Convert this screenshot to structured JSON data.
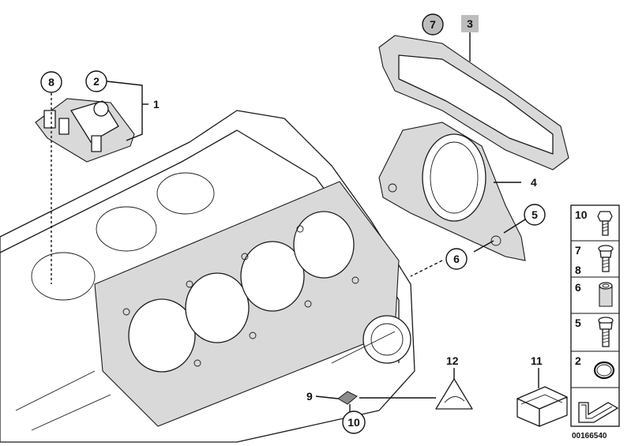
{
  "callouts": {
    "c1": "1",
    "c2": "2",
    "c3": "3",
    "c4": "4",
    "c5": "5",
    "c6": "6",
    "c7": "7",
    "c8": "8",
    "c9": "9",
    "c10": "10",
    "c11": "11",
    "c12": "12"
  },
  "legend": {
    "rows": [
      {
        "labels": [
          "10"
        ],
        "icon": "hex-bolt-icon"
      },
      {
        "labels": [
          "7",
          "8"
        ],
        "icon": "flange-bolt-icon"
      },
      {
        "labels": [
          "6"
        ],
        "icon": "dowel-sleeve-icon"
      },
      {
        "labels": [
          "5"
        ],
        "icon": "torx-bolt-icon"
      },
      {
        "labels": [
          "2"
        ],
        "icon": "o-ring-icon"
      },
      {
        "labels": [],
        "icon": "return-arrow-icon"
      }
    ]
  },
  "diagram_code": "00166540",
  "colors": {
    "line": "#1a1a1a",
    "shade": "#d9d9d9",
    "callout_highlight": "#bdbdbd"
  }
}
